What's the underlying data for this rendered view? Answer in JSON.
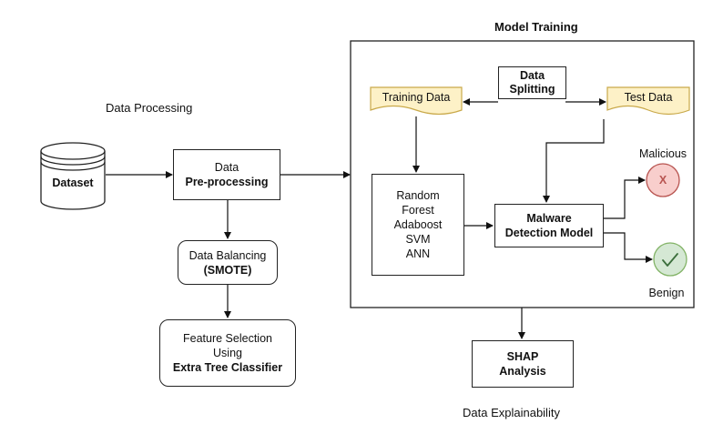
{
  "sections": {
    "data_processing": "Data Processing",
    "model_training": "Model Training",
    "data_explainability": "Data Explainability"
  },
  "nodes": {
    "dataset": "Dataset",
    "preprocessing": {
      "line1": "Data",
      "line2": "Pre-processing"
    },
    "balancing": {
      "line1": "Data Balancing",
      "line2": "(SMOTE)"
    },
    "feature_selection": {
      "line1": "Feature Selection",
      "line2": "Using",
      "line3": "Extra Tree Classifier"
    },
    "data_splitting": {
      "line1": "Data",
      "line2": "Splitting"
    },
    "training_data": "Training Data",
    "test_data": "Test Data",
    "algorithms": [
      "Random",
      "Forest",
      "Adaboost",
      "SVM",
      "ANN"
    ],
    "detection_model": {
      "line1": "Malware",
      "line2": "Detection Model"
    },
    "malicious_label": "Malicious",
    "malicious_symbol": "X",
    "benign_label": "Benign",
    "shap": {
      "line1": "SHAP",
      "line2": "Analysis"
    }
  },
  "colors": {
    "document_fill": "#fdf1c7",
    "document_stroke": "#c9a94a",
    "malicious_fill": "#f8cecc",
    "malicious_stroke": "#b85450",
    "benign_fill": "#d5e8d4",
    "benign_stroke": "#82b366"
  }
}
